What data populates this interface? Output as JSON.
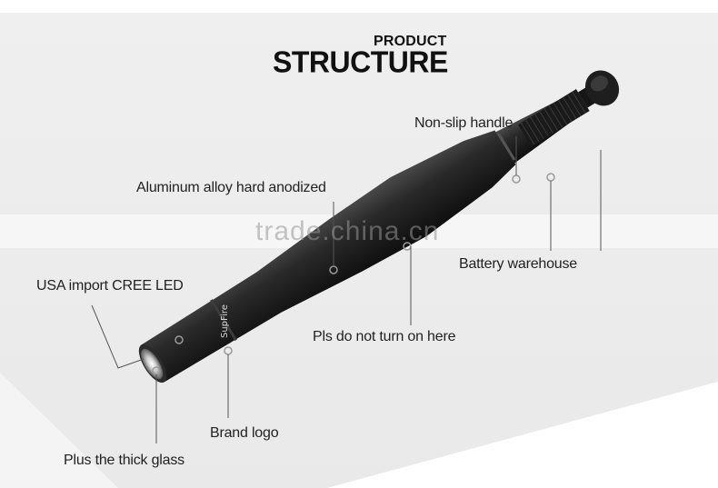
{
  "header": {
    "subtitle": "PRODUCT",
    "title": "STRUCTURE"
  },
  "labels": {
    "handle": "Non-slip handle",
    "alloy": "Aluminum alloy hard anodized",
    "battery": "Battery warehouse",
    "led": "USA import CREE LED",
    "no_turn": "Pls do not turn on here",
    "brand": "Brand logo",
    "glass": "Plus the thick glass"
  },
  "watermark": "trade.china.cn",
  "brand_mark": "SupFire",
  "colors": {
    "background": "#ececec",
    "body": "#1c1c1c",
    "text": "#222222"
  }
}
